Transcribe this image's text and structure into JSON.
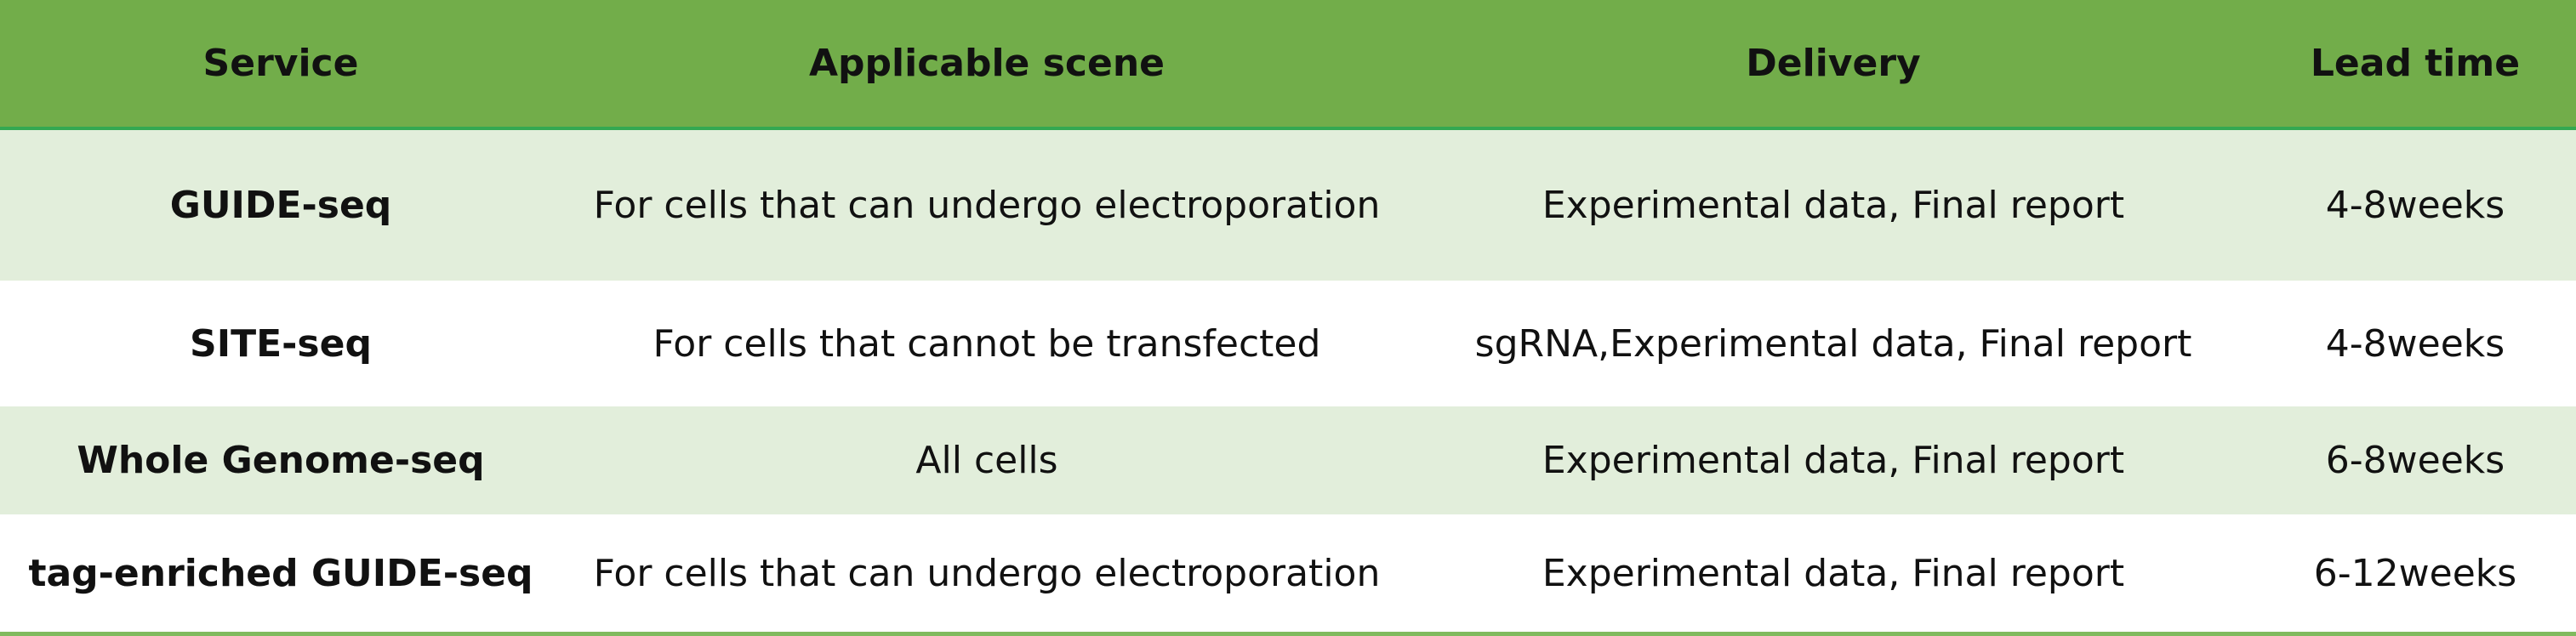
{
  "columns": [
    "Service",
    "Applicable scene",
    "Delivery",
    "Lead time"
  ],
  "rows": [
    {
      "service": "GUIDE-seq",
      "scene": "For cells that can undergo electroporation",
      "delivery": "Experimental data, Final report",
      "lead_time": "4-8weeks"
    },
    {
      "service": "SITE-seq",
      "scene": "For cells that cannot be transfected",
      "delivery": "sgRNA,Experimental data, Final report",
      "lead_time": "4-8weeks"
    },
    {
      "service": "Whole Genome-seq",
      "scene": "All cells",
      "delivery": "Experimental data, Final report",
      "lead_time": "6-8weeks"
    },
    {
      "service": "tag-enriched GUIDE-seq",
      "scene": "For cells that can undergo electroporation",
      "delivery": "Experimental data, Final report",
      "lead_time": "6-12weeks"
    }
  ],
  "colors": {
    "header_bg": "#72ad4a",
    "stripe_bg": "#e2eedb",
    "row_bg": "#ffffff",
    "rule": "#33a852"
  }
}
